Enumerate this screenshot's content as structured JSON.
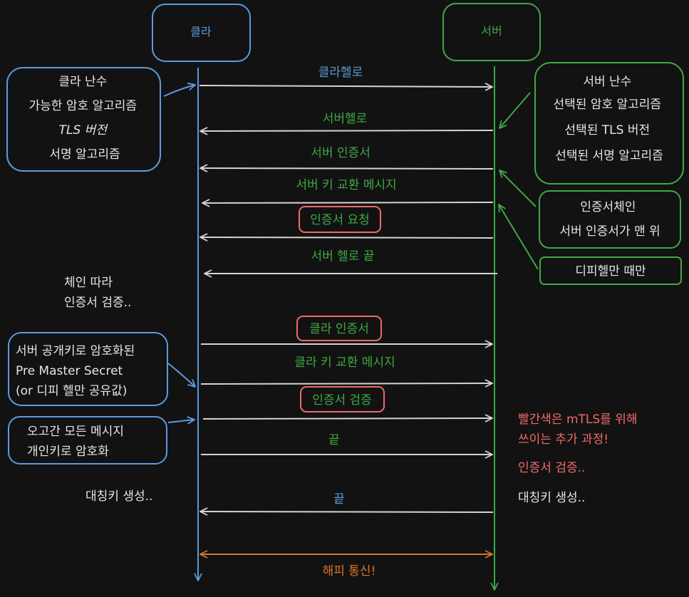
{
  "colors": {
    "background": "#121212",
    "client": "#5b9bdc",
    "server": "#3fa846",
    "message": "#d4d4d4",
    "note_text": "#e6e6e6",
    "mtls_highlight": "#f06a6a",
    "final": "#d9762a"
  },
  "participants": {
    "client": "클라",
    "server": "서버"
  },
  "notes": {
    "client_hello": [
      "클라 난수",
      "가능한 암호 알고리즘",
      "TLS 버전",
      "서명 알고리즘"
    ],
    "server_hello": [
      "서버 난수",
      "선택된 암호 알고리즘",
      "선택된 TLS 버전",
      "선택된 서명 알고리즘"
    ],
    "cert_chain": [
      "인증서체인",
      "서버 인증서가 맨 위"
    ],
    "dh_only": "디피헬만 때만",
    "chain_verify": [
      "체인 따라",
      "인증서 검증.."
    ],
    "premaster": [
      "서버 공개키로 암호화된",
      "Pre Master Secret",
      "(or 디피 헬만 공유값)"
    ],
    "sign_all": [
      "오고간 모든 메시지",
      "개인키로 암호화"
    ],
    "client_symkey": "대칭키 생성..",
    "mtls_note": [
      "빨간색은 mTLS를 위해",
      "쓰이는 추가 과정!"
    ],
    "server_cert_verify": "인증서 검증..",
    "server_symkey": "대칭키 생성.."
  },
  "messages": {
    "client_hello": "클라헬로",
    "server_hello": "서버헬로",
    "server_cert": "서버 인증서",
    "server_key_exchange": "서버 키 교환 메시지",
    "cert_request": "인증서 요청",
    "server_hello_done": "서버 헬로 끝",
    "client_cert": "클라 인증서",
    "client_key_exchange": "클라 키 교환 메시지",
    "cert_verify": "인증서 검증",
    "client_finished": "끝",
    "server_finished": "끝",
    "happy": "해피 통신!"
  }
}
